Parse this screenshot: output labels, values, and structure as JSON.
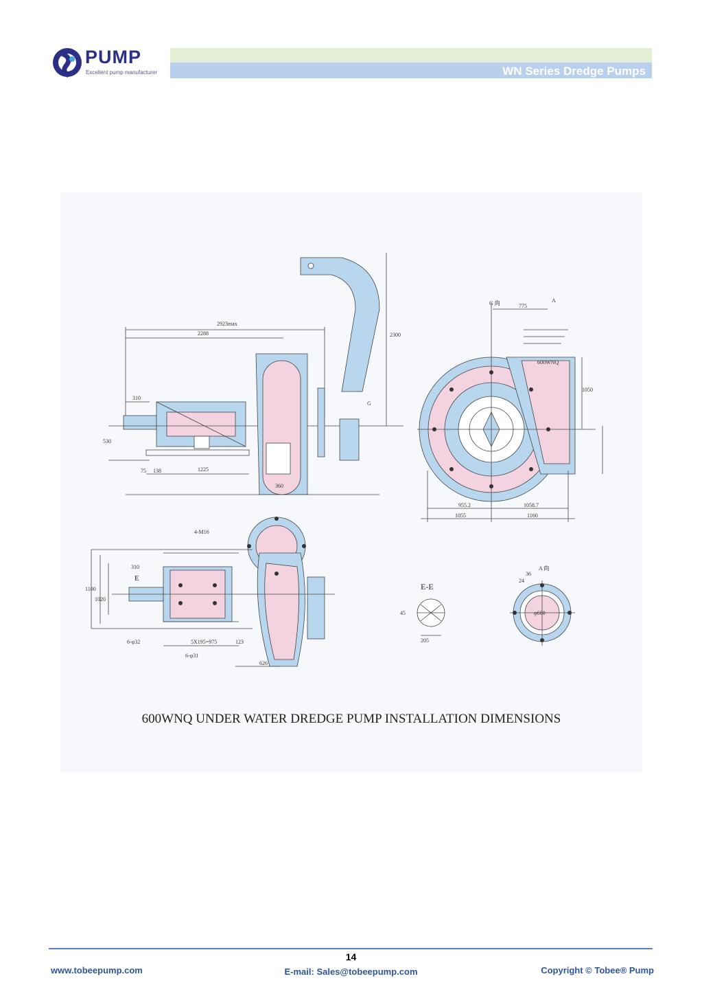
{
  "header": {
    "logo_text": "PUMP",
    "logo_tagline": "Excellent pump manufacturer",
    "title": "WN Series Dredge Pumps"
  },
  "figure": {
    "caption": "600WNQ UNDER WATER DREDGE PUMP INSTALLATION DIMENSIONS",
    "dims": {
      "d1": "2923max",
      "d2": "2288",
      "d3": "310",
      "d4": "530",
      "d5": "75",
      "d6": "138",
      "d7": "1225",
      "d8": "360",
      "d9": "2300",
      "d10": "775",
      "d11": "1050",
      "d12": "955.2",
      "d13": "1058.7",
      "d14": "1055",
      "d15": "1160",
      "d16": "1100",
      "d17": "1020",
      "d18": "310",
      "d19": "626",
      "d20": "123",
      "d21": "4-M16",
      "d22": "6-φ32",
      "d23": "6-φ31",
      "d24": "5X195=975",
      "d25": "E-E",
      "d26": "205",
      "d27": "45",
      "d28": "A 向",
      "d29": "G 向",
      "d30": "600WNQ",
      "d31": "36",
      "d32": "24",
      "d33": "φ600",
      "d34": "E",
      "d35": "G",
      "d36": "A"
    }
  },
  "footer": {
    "page_number": "14",
    "website": "www.tobeepump.com",
    "email": "E-mail: Sales@tobeepump.com",
    "copyright": "Copyright © Tobee® Pump"
  },
  "colors": {
    "accent_blue": "#2f5597",
    "logo_blue": "#2c2f86",
    "pump_blue": "#b8d6ee",
    "pump_pink": "#f3d3df"
  }
}
